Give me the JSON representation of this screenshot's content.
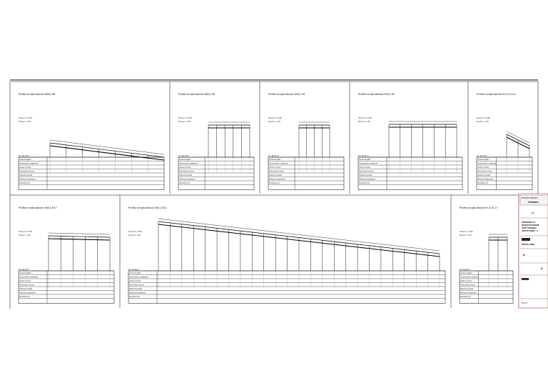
{
  "sheet": {
    "title": "Profile longitudinali"
  },
  "panels": [
    {
      "title": "Profilo longitudinale  N6/4-R6",
      "n": 7,
      "slope": "down"
    },
    {
      "title": "Profilo longitudinale  N6/3-R5",
      "n": 5,
      "slope": "flat"
    },
    {
      "title": "Profilo longitudinale  N6/2-R4",
      "n": 4,
      "slope": "flat"
    },
    {
      "title": "Profilo longitudinale  N5/2-R3",
      "n": 6,
      "slope": "flat"
    },
    {
      "title": "Profilo longitudinale  R1/2-R-mr",
      "n": 2,
      "slope": "steep"
    },
    {
      "title": "Profilo longitudinale  N4/2-R17",
      "n": 5,
      "slope": "flat"
    },
    {
      "title": "Profilo longitudinale  N4/1-R12",
      "n": 24,
      "slope": "down"
    },
    {
      "title": "Profilo longitudinale  R-2/-R-17",
      "n": 2,
      "slope": "flat"
    }
  ],
  "scales": {
    "horizontal": "SCALA H.  1:500",
    "vertical": "SCALA V.  1:50"
  },
  "datum": "P.C. 80.00 m",
  "row_labels": [
    "Quote Progetto",
    "Quote terreno esistente",
    "Quote di Scavo",
    "Profondita di Scavo",
    "Distanze parziali",
    "Distanze progressive",
    "Pendenza (%)"
  ],
  "title_block": {
    "header": "REGIONE ABRUZZO",
    "subheader": "Comune",
    "project_title": "Agro",
    "lines": [
      "INTERVENTI DI",
      "RIQUALIFICAZIONE",
      "RETE FOGNARIA",
      "TRATTO NORD - A"
    ],
    "drawing": "PROFILI LONG.",
    "series": "A",
    "drawing_no": "TAV. 07"
  }
}
